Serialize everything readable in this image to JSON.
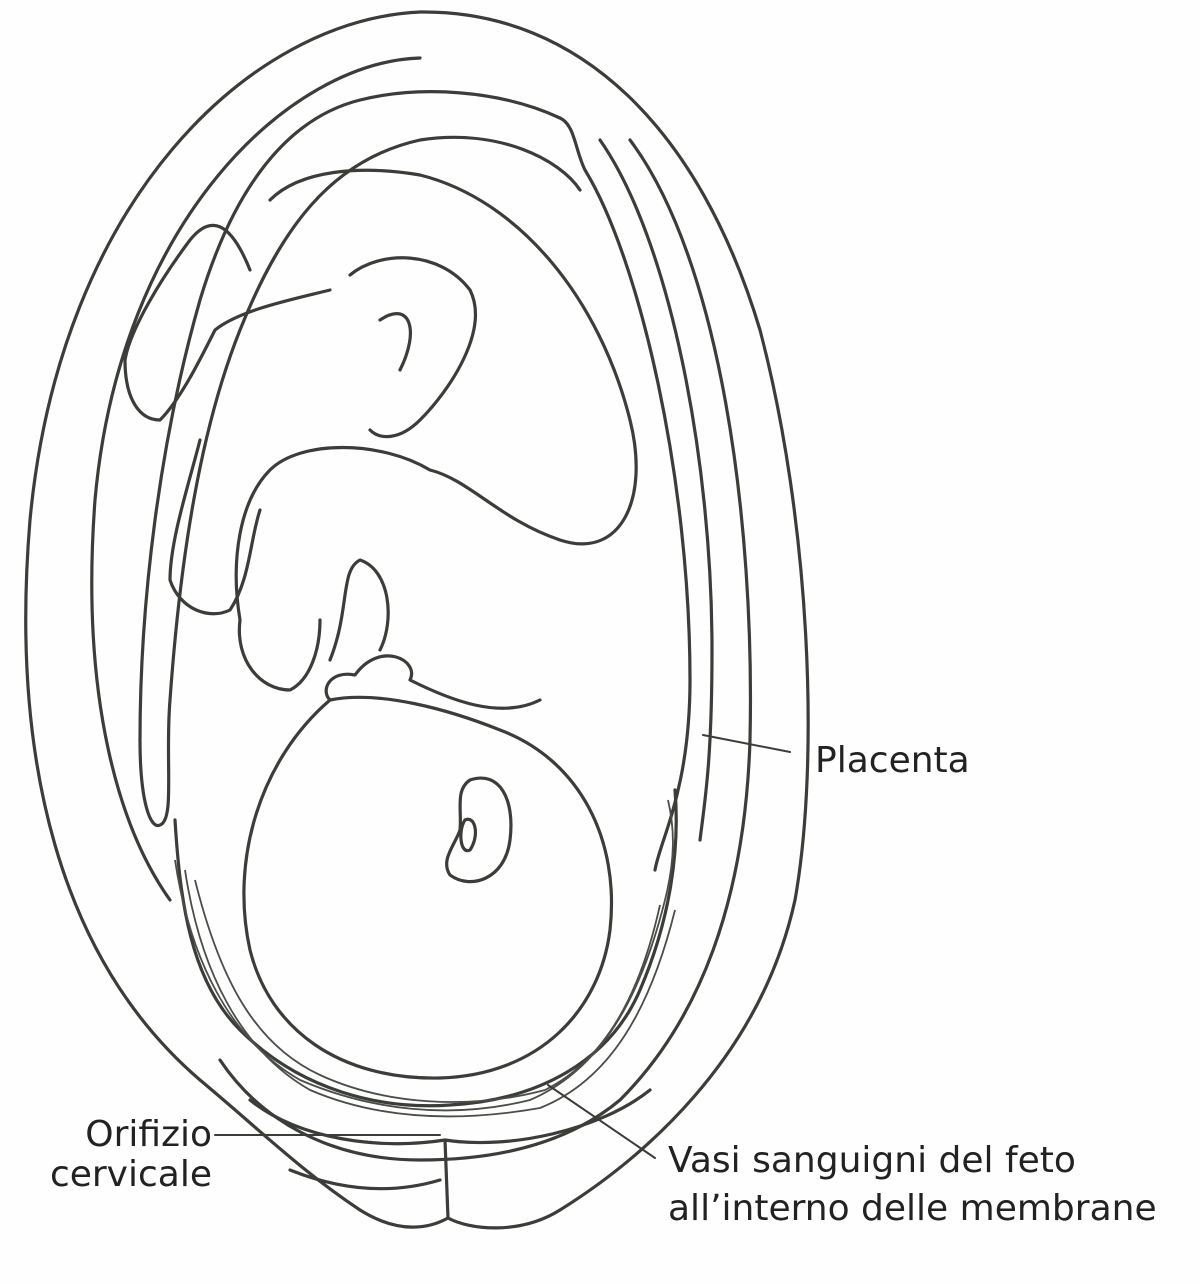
{
  "labels": {
    "placenta": "Placenta",
    "cervical_os_line1": "Orifizio",
    "cervical_os_line2": "cervicale",
    "fetal_vessels_line1": "Vasi sanguigni del feto",
    "fetal_vessels_line2": "all’interno delle membrane"
  },
  "colors": {
    "line": "#3a3d38",
    "background": "#fefefe"
  }
}
